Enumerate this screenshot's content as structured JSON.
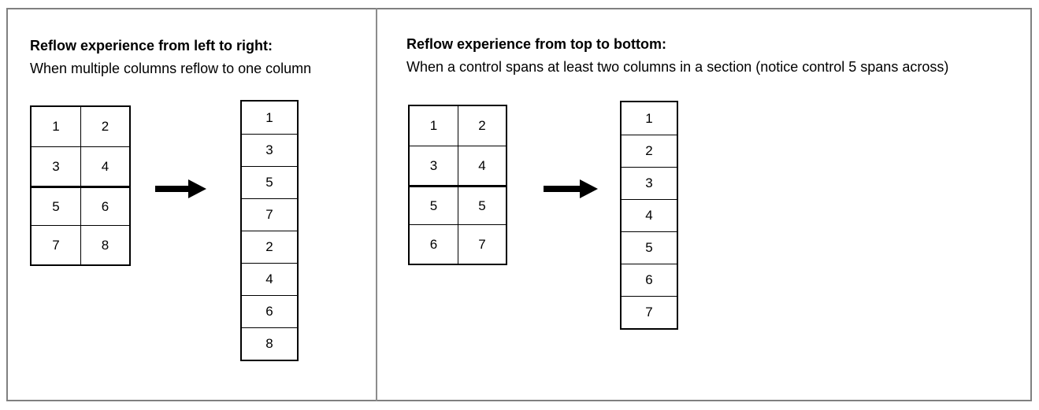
{
  "canvas": {
    "background_color": "#ffffff",
    "frame_color": "#808080",
    "grid_line_color": "#000000",
    "text_color": "#000000",
    "arrow_color": "#000000"
  },
  "panels": [
    {
      "title": "Reflow experience from left to right:",
      "subtitle": "When multiple columns reflow to one column",
      "source_grid": {
        "columns": 2,
        "rows": [
          [
            "1",
            "2"
          ],
          [
            "3",
            "4"
          ],
          [
            "5",
            "6"
          ],
          [
            "7",
            "8"
          ]
        ],
        "section_break_before_row": 2
      },
      "arrow_icon": "right-arrow",
      "result_column": [
        "1",
        "3",
        "5",
        "7",
        "2",
        "4",
        "6",
        "8"
      ]
    },
    {
      "title": "Reflow experience from top to bottom:",
      "subtitle": "When a control spans at least two columns in a section (notice control 5 spans across)",
      "source_grid": {
        "columns": 2,
        "rows": [
          [
            "1",
            "2"
          ],
          [
            "3",
            "4"
          ],
          [
            "5",
            "5"
          ],
          [
            "6",
            "7"
          ]
        ],
        "section_break_before_row": 2
      },
      "arrow_icon": "right-arrow",
      "result_column": [
        "1",
        "2",
        "3",
        "4",
        "5",
        "6",
        "7"
      ]
    }
  ]
}
